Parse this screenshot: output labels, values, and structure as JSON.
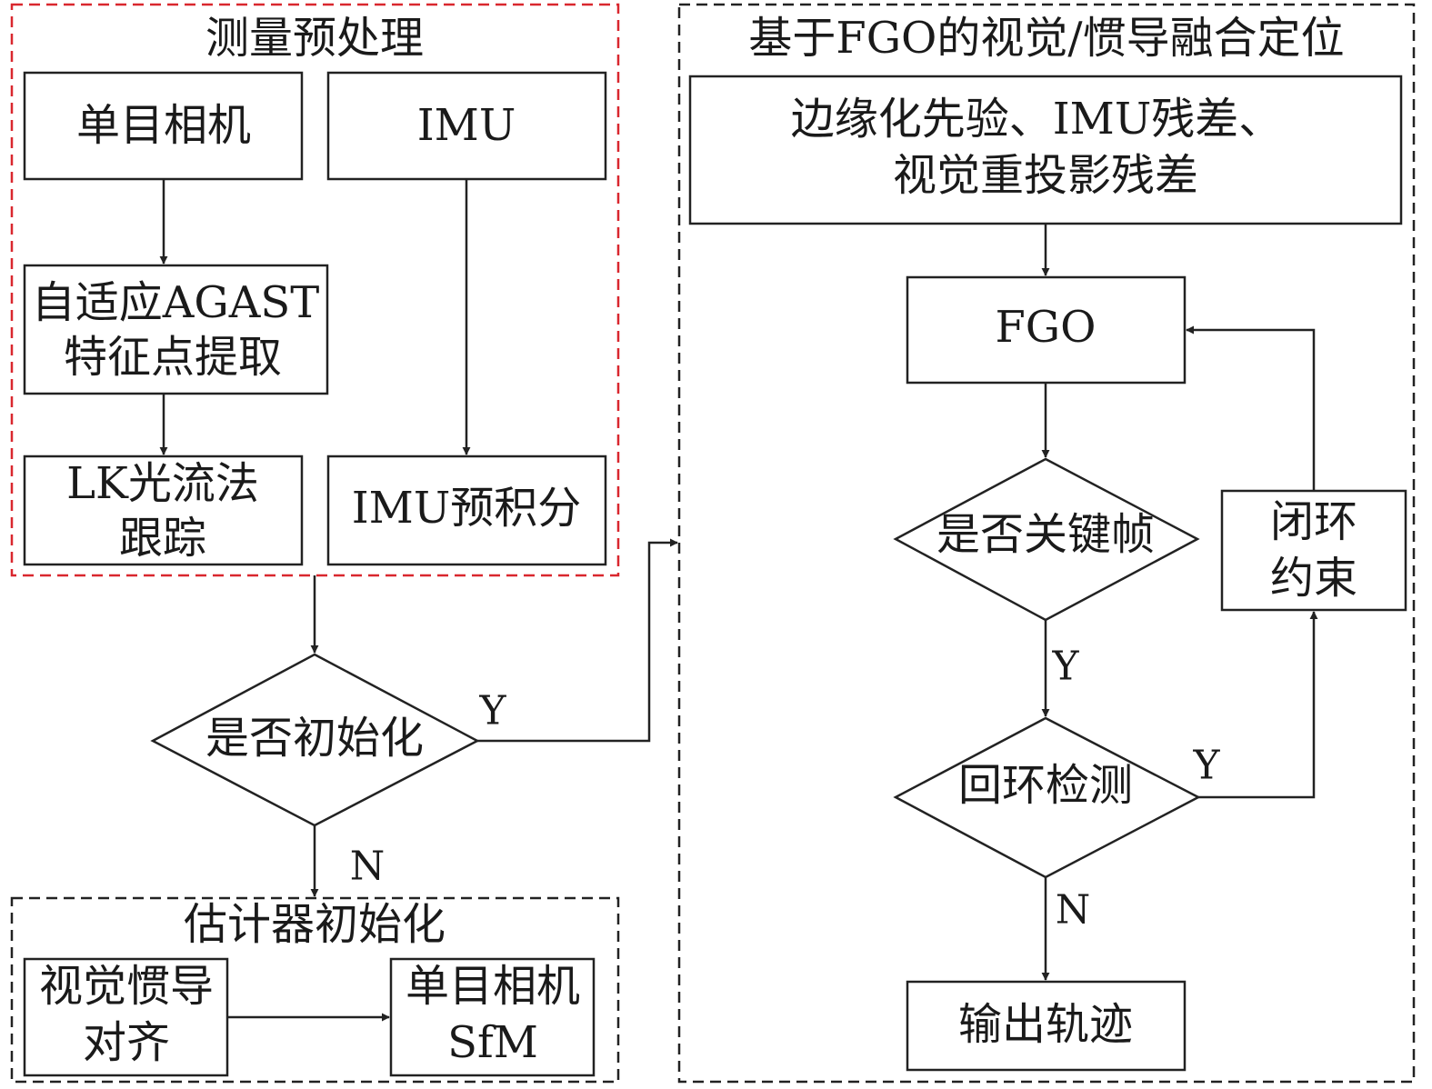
{
  "groups": {
    "preprocess": "测量预处理",
    "fusion": "基于FGO的视觉/惯导融合定位",
    "estimator": "估计器初始化"
  },
  "nodes": {
    "camera": "单目相机",
    "imu": "IMU",
    "agast_l1": "自适应AGAST",
    "agast_l2": "特征点提取",
    "lk_l1": "LK光流法",
    "lk_l2": "跟踪",
    "imu_preint": "IMU预积分",
    "init_decision": "是否初始化",
    "residual_l1": "边缘化先验、IMU残差、",
    "residual_l2": "视觉重投影残差",
    "fgo": "FGO",
    "keyframe_decision": "是否关键帧",
    "loop_decision": "回环检测",
    "output": "输出轨迹",
    "loop_constraint_l1": "闭环",
    "loop_constraint_l2": "约束",
    "vi_align_l1": "视觉惯导",
    "vi_align_l2": "对齐",
    "sfm_l1": "单目相机",
    "sfm_l2": "SfM"
  },
  "labels": {
    "init_yes": "Y",
    "init_no": "N",
    "keyframe_yes": "Y",
    "loop_yes": "Y",
    "loop_no": "N"
  }
}
